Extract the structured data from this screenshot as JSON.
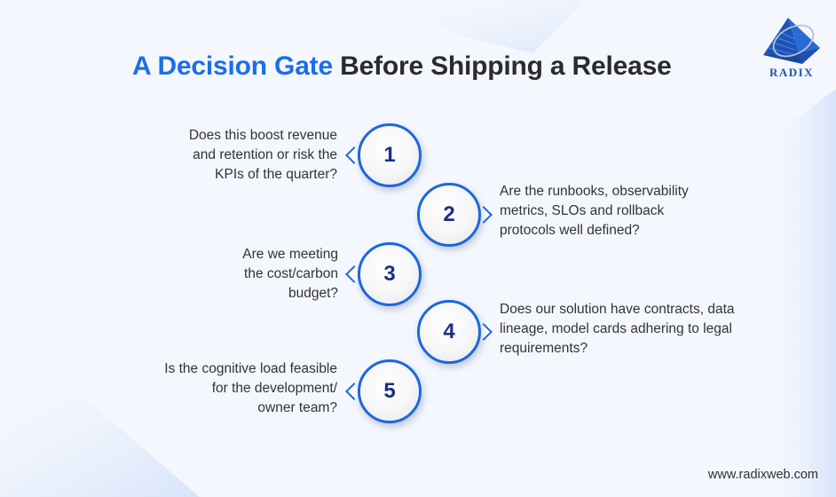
{
  "title": {
    "accent": "A Decision Gate",
    "rest": "Before Shipping a Release"
  },
  "logo": {
    "icon": "pyramid-ring-icon",
    "text": "RADIX"
  },
  "colors": {
    "accent": "#1a6fe8",
    "circle_border": "#1c68d9",
    "number": "#1b2f86",
    "text": "#333337",
    "background": "#f4f7fd"
  },
  "steps": [
    {
      "number": "1",
      "side": "left",
      "lines": [
        "Does this boost revenue",
        "and retention or risk the",
        "KPIs of the quarter?"
      ]
    },
    {
      "number": "2",
      "side": "right",
      "lines": [
        "Are the runbooks, observability",
        "metrics, SLOs and rollback",
        "protocols well defined?"
      ]
    },
    {
      "number": "3",
      "side": "left",
      "lines": [
        "Are we meeting",
        "the cost/carbon",
        "budget?"
      ]
    },
    {
      "number": "4",
      "side": "right",
      "lines": [
        "Does our solution have contracts, data",
        "lineage, model cards adhering to legal",
        "requirements?"
      ]
    },
    {
      "number": "5",
      "side": "left",
      "lines": [
        "Is the cognitive load feasible",
        "for the development/",
        "owner team?"
      ]
    }
  ],
  "footer": {
    "url": "www.radixweb.com"
  }
}
